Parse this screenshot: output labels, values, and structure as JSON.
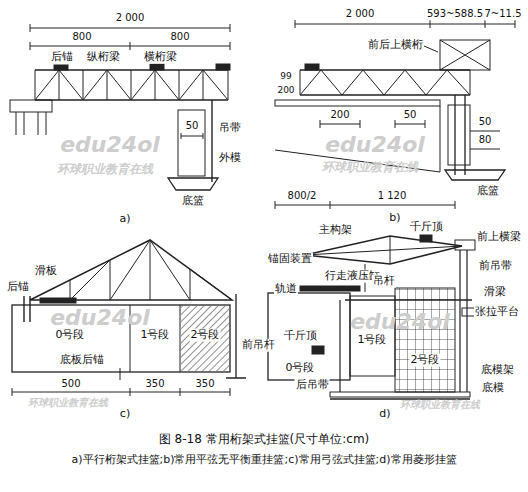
{
  "diagram": {
    "caption": "图 8-18 常用桁架式挂篮(尺寸单位:cm)",
    "labels": [
      "2 000",
      "800",
      "800",
      "后锚",
      "纵桁梁",
      "横桁梁",
      "吊带",
      "50",
      "外模",
      "底篮",
      "a)",
      "2 000",
      "593~588.5",
      "7~11.5",
      "前后上横桁",
      "99",
      "200",
      "200",
      "50",
      "50",
      "80",
      "底篮",
      "800/2",
      "1 120",
      "b)",
      "后锚",
      "滑板",
      "0号段",
      "1号段",
      "2号段",
      "前吊杆",
      "底板后锚",
      "500",
      "350",
      "350",
      "c)",
      "主构架",
      "千斤顶",
      "前上横梁",
      "锚固装置",
      "行走液压缸",
      "轨道",
      "吊杆",
      "前吊带",
      "滑梁",
      "张拉平台",
      "千斤顶",
      "0号段",
      "1号段",
      "2号段",
      "后吊带",
      "底模架",
      "底模",
      "d)",
      "a)平行桁架式挂篮;b)常用平弦无平衡重挂篮;c)常用弓弦式挂篮;d)常用菱形挂篮",
      "edu24ol",
      "环球职业教育在线",
      "edu24ol",
      "环球职业教育在线",
      "edu24ol",
      "环球职业教育在线",
      "edu24ol",
      "环球职业教育在线"
    ]
  }
}
